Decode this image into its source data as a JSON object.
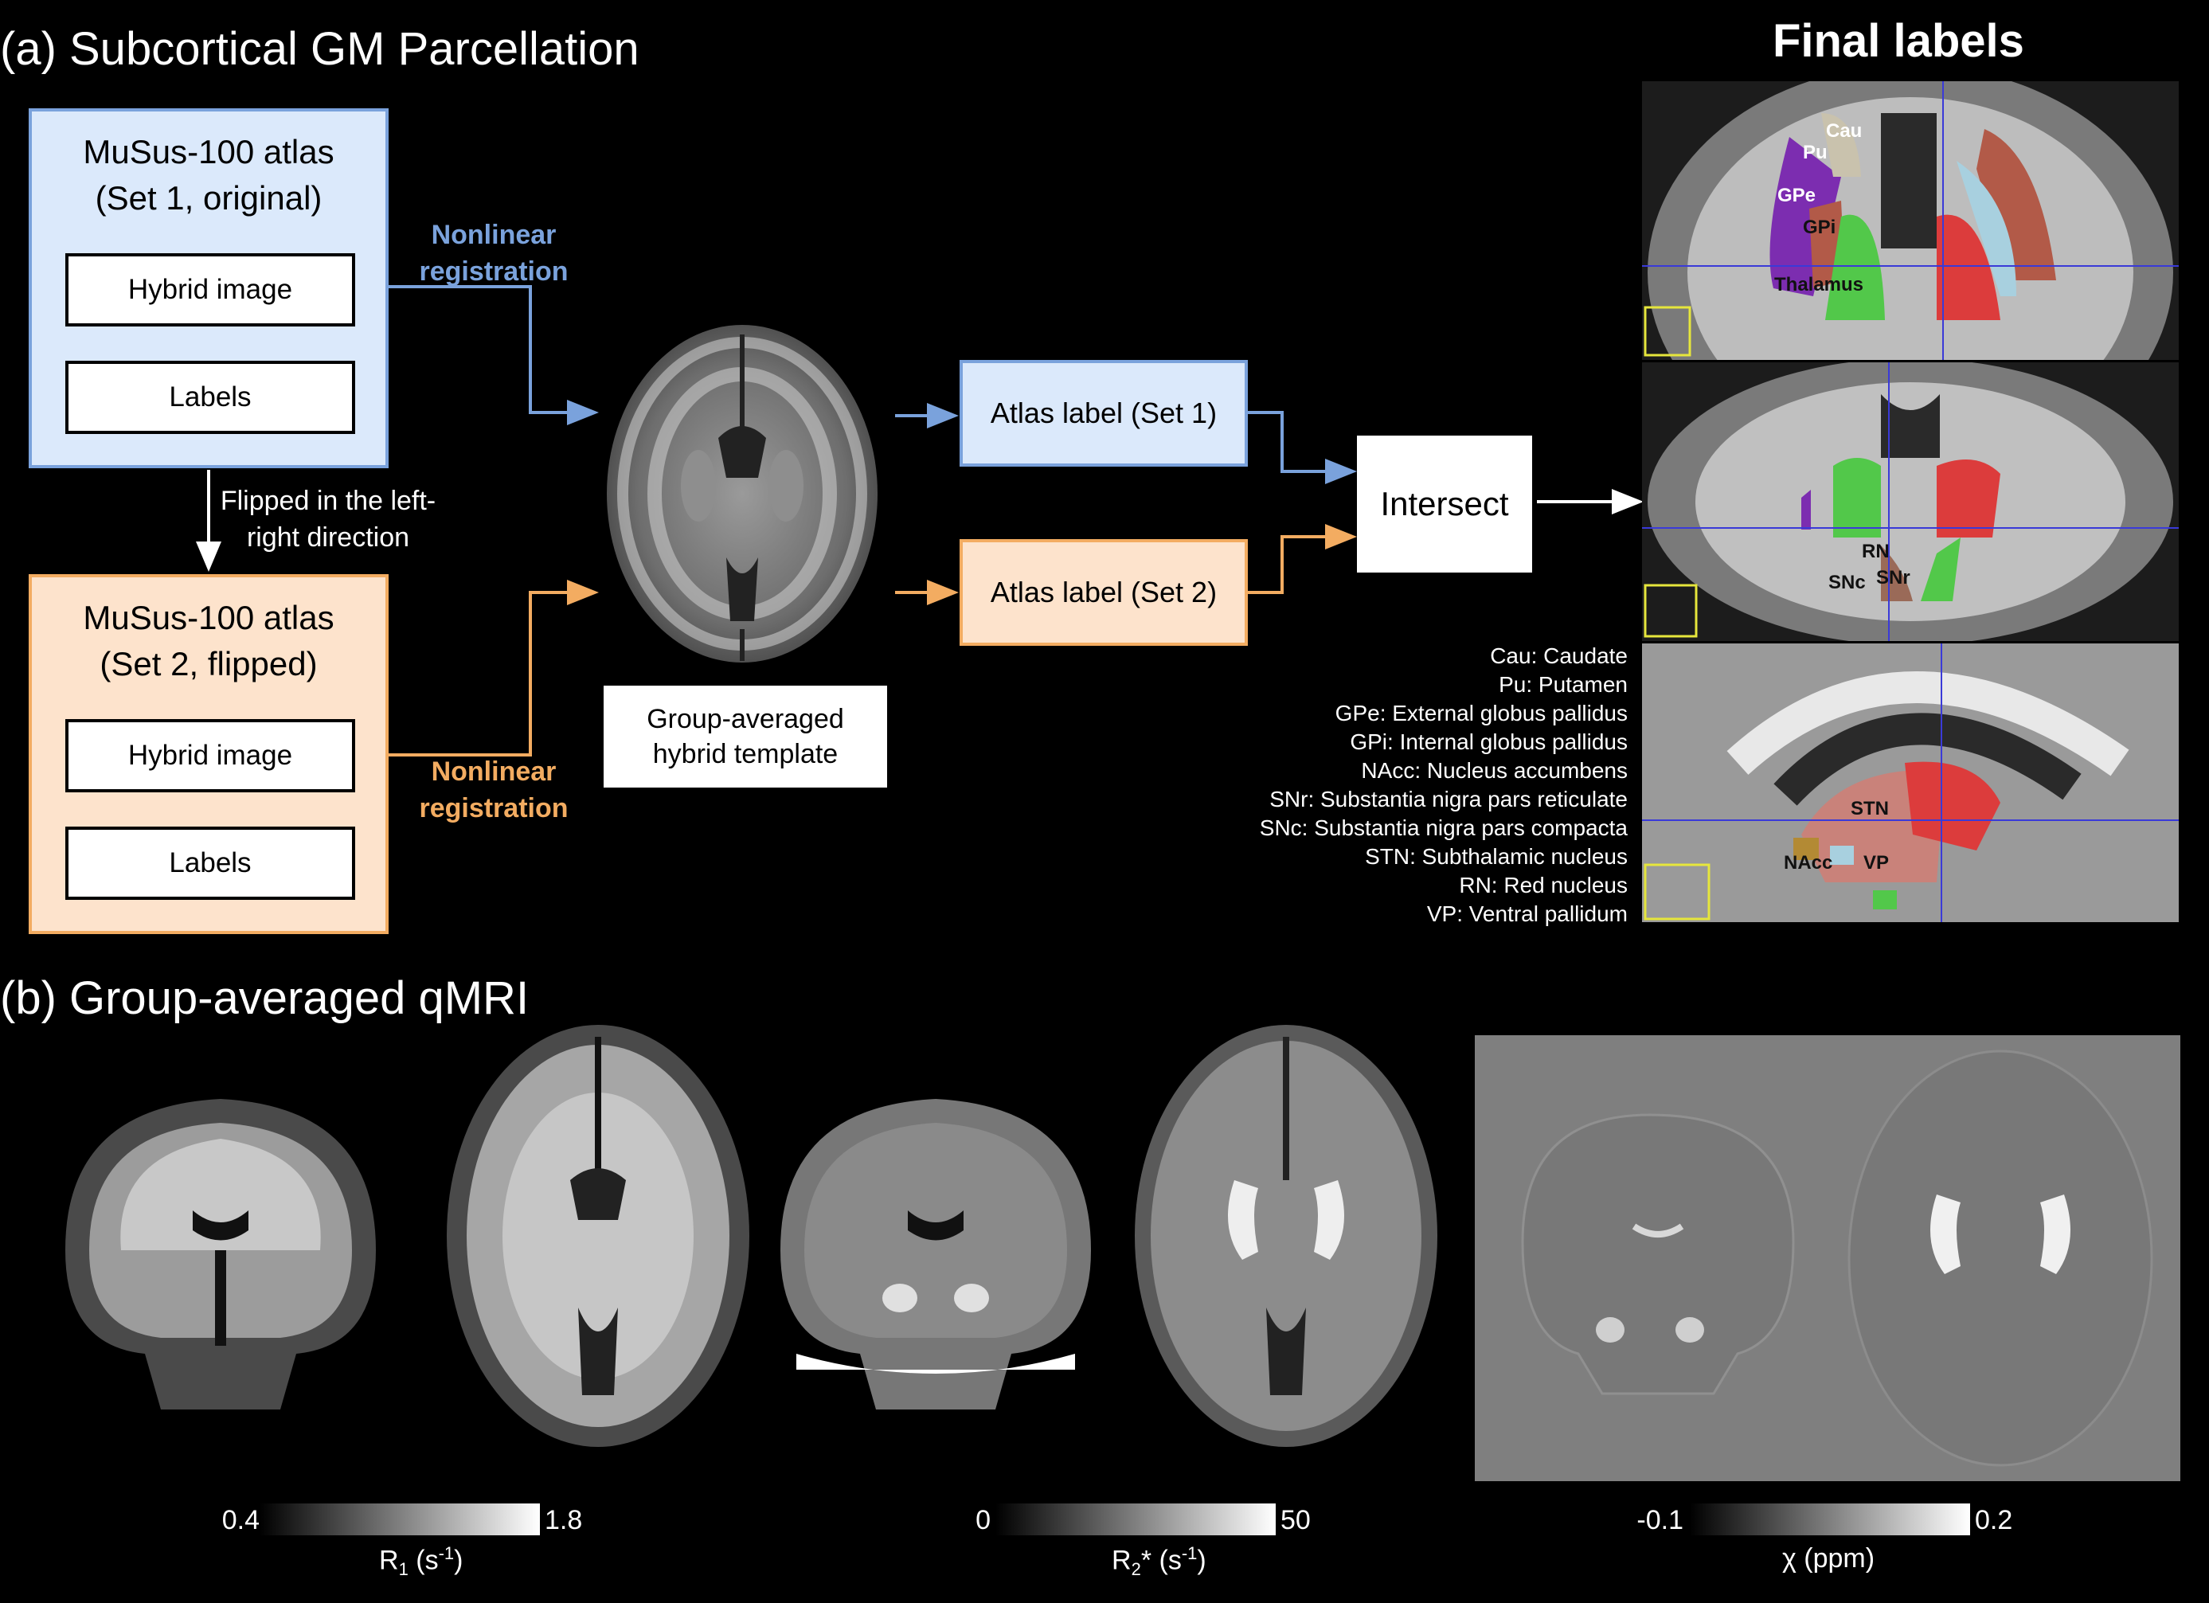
{
  "panel_a": {
    "heading": "(a) Subcortical GM Parcellation",
    "final_labels_heading": "Final labels",
    "atlas_set1": {
      "title_line1": "MuSus-100 atlas",
      "title_line2": "(Set 1, original)",
      "hybrid": "Hybrid image",
      "labels": "Labels"
    },
    "atlas_set2": {
      "title_line1": "MuSus-100 atlas",
      "title_line2": "(Set 2, flipped)",
      "hybrid": "Hybrid image",
      "labels": "Labels"
    },
    "flip_text_line1": "Flipped in the left-",
    "flip_text_line2": "right direction",
    "reg1_line1": "Nonlinear",
    "reg1_line2": "registration",
    "reg2_line1": "Nonlinear",
    "reg2_line2": "registration",
    "template_label_line1": "Group-averaged",
    "template_label_line2": "hybrid template",
    "atlas_label_set1": "Atlas label (Set 1)",
    "atlas_label_set2": "Atlas label (Set 2)",
    "intersect": "Intersect",
    "slice_tags": {
      "axial": [
        "Cau",
        "Pu",
        "GPe",
        "GPi",
        "Thalamus"
      ],
      "coronal": [
        "RN",
        "SNc",
        "SNr"
      ],
      "sagittal": [
        "STN",
        "NAcc",
        "VP"
      ]
    },
    "legend": [
      "Cau: Caudate",
      "Pu: Putamen",
      "GPe: External globus pallidus",
      "GPi: Internal globus pallidus",
      "NAcc: Nucleus accumbens",
      "SNr: Substantia nigra pars reticulate",
      "SNc: Substantia nigra pars compacta",
      "STN: Subthalamic nucleus",
      "RN: Red nucleus",
      "VP: Ventral pallidum"
    ],
    "colors": {
      "blue_arrow": "#7aa2dc",
      "orange_arrow": "#f3ac61"
    }
  },
  "panel_b": {
    "heading": "(b) Group-averaged qMRI",
    "colorbars": [
      {
        "min": "0.4",
        "max": "1.8",
        "label_main": "R",
        "label_sub": "1",
        "label_rest": " (s",
        "label_sup": "-1",
        "label_end": ")"
      },
      {
        "min": "0",
        "max": "50",
        "label_main": "R",
        "label_sub": "2",
        "label_rest": "* (s",
        "label_sup": "-1",
        "label_end": ")"
      },
      {
        "min": "-0.1",
        "max": "0.2",
        "label_main": "χ (ppm)",
        "label_sub": "",
        "label_rest": "",
        "label_sup": "",
        "label_end": ""
      }
    ]
  }
}
